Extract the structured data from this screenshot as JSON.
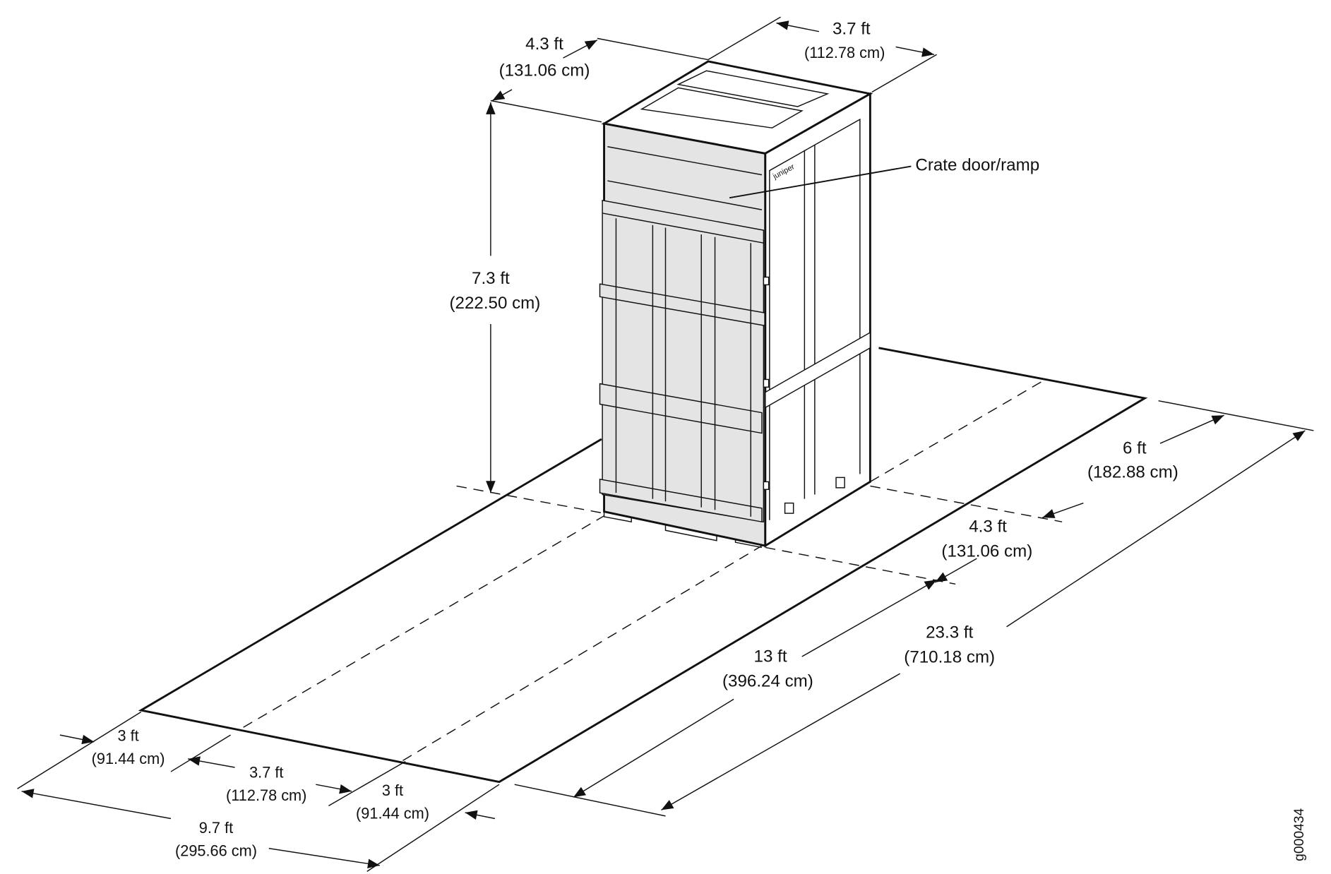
{
  "title": "Crate and unpacking clearance dimensions",
  "callout": "Crate door/ramp",
  "figure_id": "g000434",
  "logo_text": "juniper",
  "dimensions": {
    "crate_depth": {
      "ft": "4.3 ft",
      "cm": "(131.06 cm)"
    },
    "crate_width": {
      "ft": "3.7 ft",
      "cm": "(112.78 cm)"
    },
    "crate_height": {
      "ft": "7.3 ft",
      "cm": "(222.50 cm)"
    },
    "rear_clearance": {
      "ft": "6 ft",
      "cm": "(182.88 cm)"
    },
    "crate_length_floor": {
      "ft": "4.3 ft",
      "cm": "(131.06 cm)"
    },
    "total_length": {
      "ft": "23.3 ft",
      "cm": "(710.18 cm)"
    },
    "ramp_length": {
      "ft": "13 ft",
      "cm": "(396.24 cm)"
    },
    "left_side": {
      "ft": "3 ft",
      "cm": "(91.44 cm)"
    },
    "center_width": {
      "ft": "3.7 ft",
      "cm": "(112.78 cm)"
    },
    "right_side": {
      "ft": "3 ft",
      "cm": "(91.44 cm)"
    },
    "total_width": {
      "ft": "9.7 ft",
      "cm": "(295.66 cm)"
    }
  }
}
